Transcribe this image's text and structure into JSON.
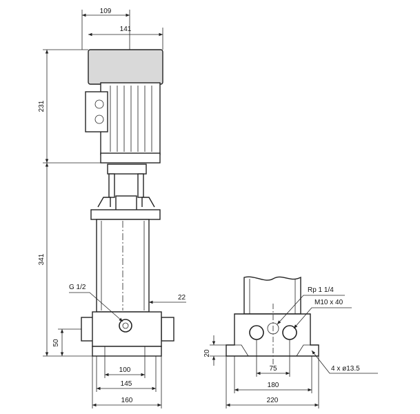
{
  "dimensions": {
    "top_width_109": "109",
    "top_width_141": "141",
    "motor_height": "231",
    "pump_height": "341",
    "foot_height": "50",
    "side_offset": "22",
    "bolt_spacing": "100",
    "foot_inner": "145",
    "base_width": "160",
    "side_inner": "75",
    "side_mid": "180",
    "side_base": "220",
    "side_foot_height": "20"
  },
  "callouts": {
    "drain": "G 1/2",
    "port": "Rp 1 1/4",
    "flange_bolts": "M10 x 40",
    "mounting_holes": "4 x ø13.5"
  },
  "style": {
    "line_color": "#222222",
    "motor_fill": "#d9d9d9"
  }
}
